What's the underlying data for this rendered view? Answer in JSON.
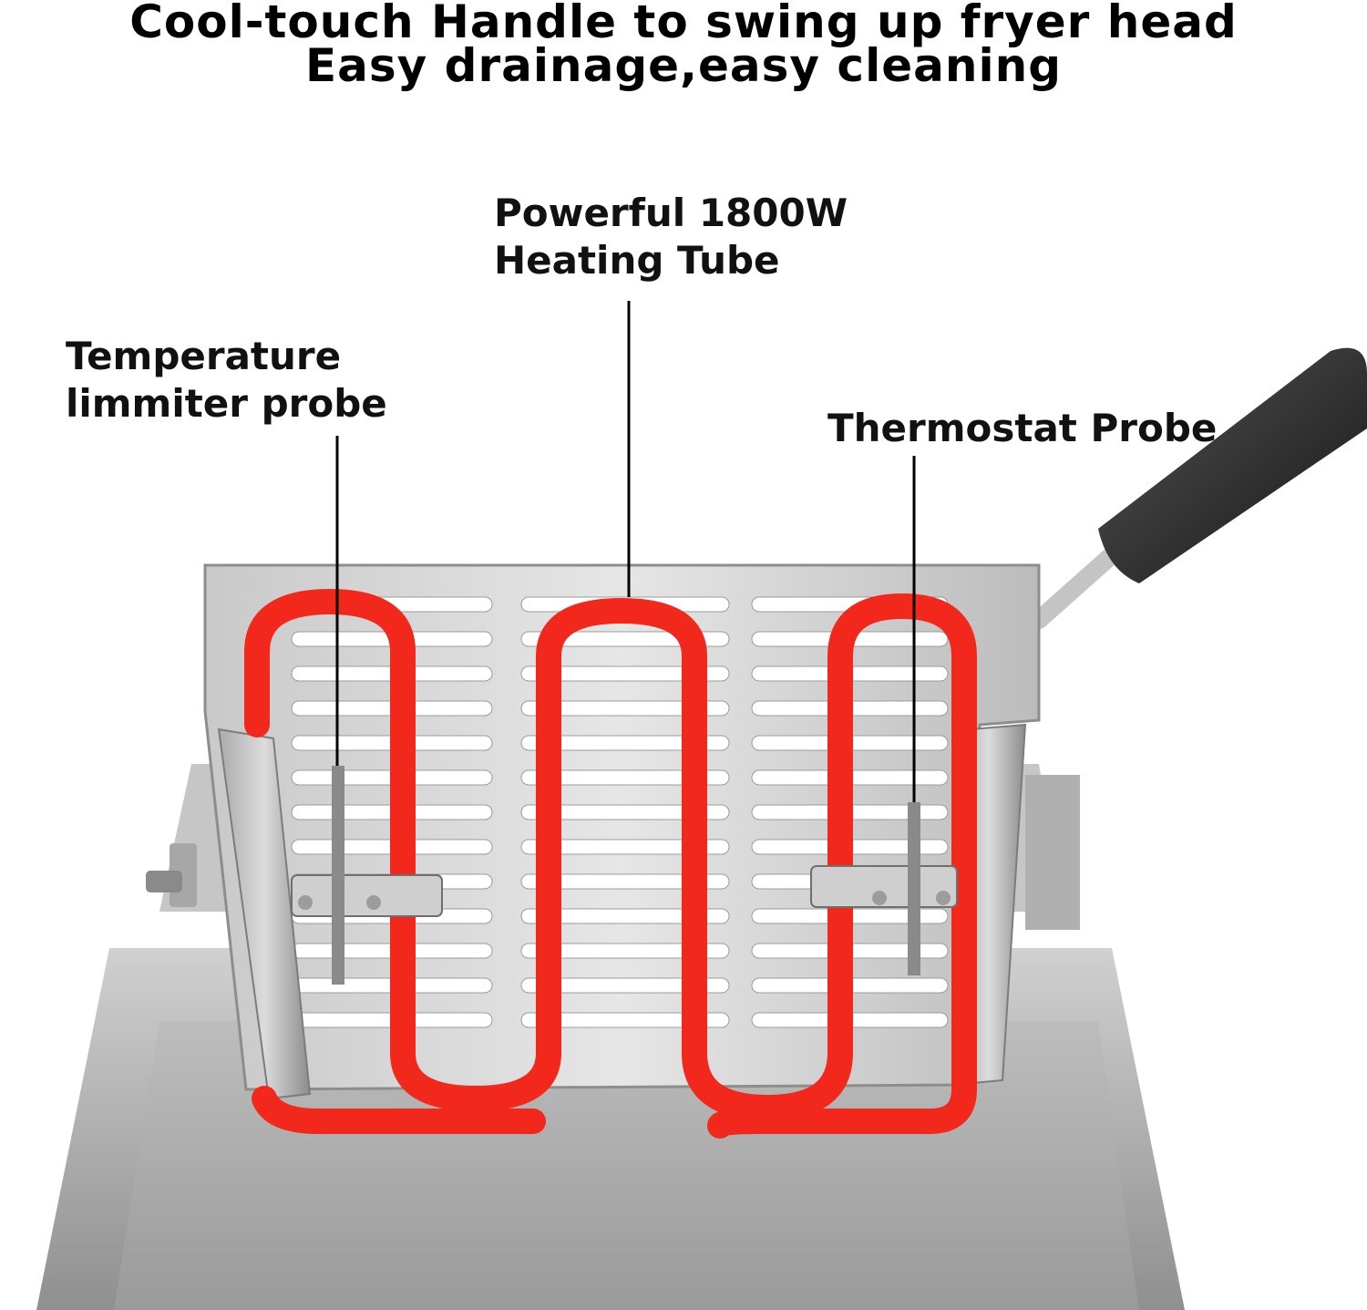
{
  "headline": {
    "line1": "Cool-touch Handle to swing up fryer head",
    "line2": "Easy drainage,easy cleaning"
  },
  "callouts": {
    "heating_tube": {
      "line1": "Powerful 1800W",
      "line2": "Heating Tube"
    },
    "limiter_probe": {
      "line1": "Temperature",
      "line2": "limmiter probe"
    },
    "thermostat_probe": {
      "line1": "Thermostat Probe"
    }
  },
  "colors": {
    "heating_element": "#f2281c",
    "steel_light": "#e4e4e4",
    "steel_mid": "#b9b9b9",
    "steel_dark": "#7d7d7d",
    "handle": "#2a2a2a",
    "text": "#111111"
  }
}
